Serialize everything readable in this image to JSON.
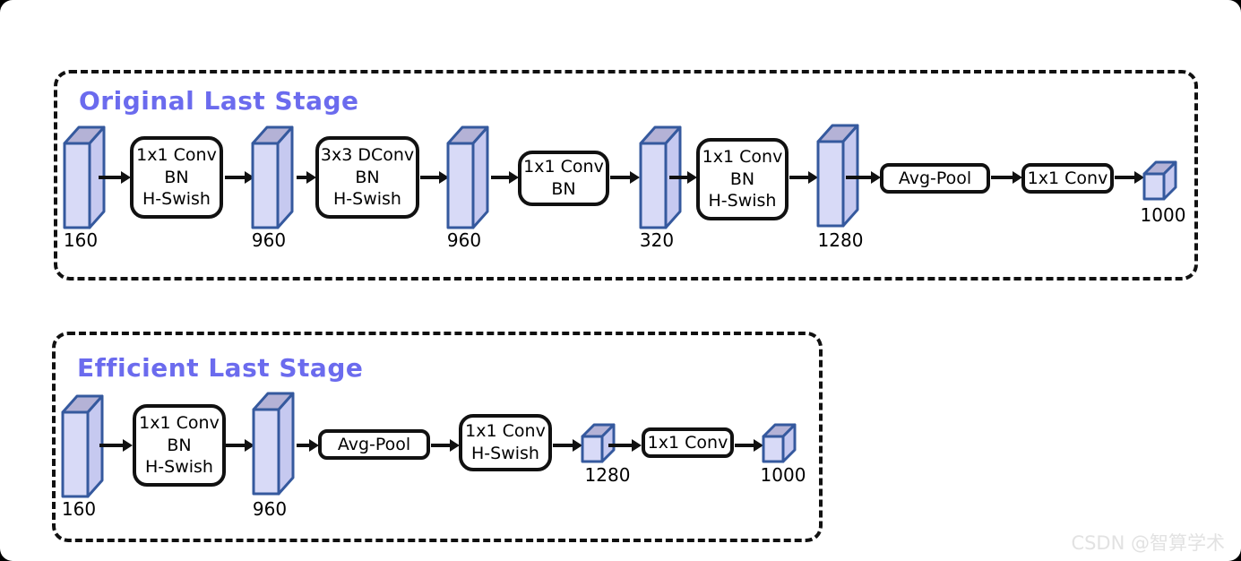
{
  "watermark": "CSDN @智算学术",
  "colors": {
    "title_accent": "#6b6bee",
    "tensor_front": "#d8daf7",
    "tensor_side": "#c6c9f0",
    "tensor_top": "#b4b2d6",
    "tensor_border": "#35599e",
    "box_border": "#111111"
  },
  "original": {
    "title": "Original Last Stage",
    "tensors": [
      {
        "dim": "160"
      },
      {
        "dim": "960"
      },
      {
        "dim": "960"
      },
      {
        "dim": "320"
      },
      {
        "dim": "1280"
      }
    ],
    "ops": [
      {
        "lines": [
          "1x1 Conv",
          "BN",
          "H-Swish"
        ]
      },
      {
        "lines": [
          "3x3 DConv",
          "BN",
          "H-Swish"
        ]
      },
      {
        "lines": [
          "1x1 Conv",
          "BN"
        ]
      },
      {
        "lines": [
          "1x1 Conv",
          "BN",
          "H-Swish"
        ]
      },
      {
        "lines": [
          "Avg-Pool"
        ]
      },
      {
        "lines": [
          "1x1 Conv"
        ]
      }
    ],
    "output": {
      "dim": "1000"
    }
  },
  "efficient": {
    "title": "Efficient Last Stage",
    "tensors": [
      {
        "dim": "160"
      },
      {
        "dim": "960"
      }
    ],
    "ops": [
      {
        "lines": [
          "1x1 Conv",
          "BN",
          "H-Swish"
        ]
      },
      {
        "lines": [
          "Avg-Pool"
        ]
      },
      {
        "lines": [
          "1x1 Conv",
          "H-Swish"
        ]
      },
      {
        "lines": [
          "1x1 Conv"
        ]
      }
    ],
    "intermediates": [
      {
        "dim": "1280"
      },
      {
        "dim": "1000"
      }
    ]
  }
}
